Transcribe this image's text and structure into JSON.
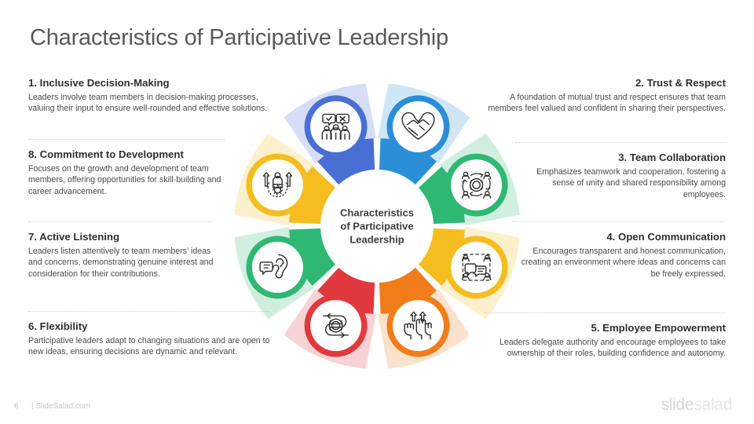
{
  "slide": {
    "title": "Characteristics of Participative Leadership",
    "hub_line1": "Characteristics",
    "hub_line2": "of Participative",
    "hub_line3": "Leadership"
  },
  "footer": {
    "page_number": "6",
    "site": "| SlideSalad.com",
    "brand_part1": "slide",
    "brand_part2": "salad"
  },
  "items": [
    {
      "number": "1.",
      "title": "1. Inclusive Decision-Making",
      "body": "Leaders involve team members in decision-making processes, valuing their input to ensure well-rounded and effective solutions.",
      "color": "#4a6fd4",
      "icon": "people-speech-bubbles-icon",
      "side": "left"
    },
    {
      "number": "2.",
      "title": "2. Trust & Respect",
      "body": "A foundation of mutual trust and respect ensures that team members feel valued and confident in sharing their perspectives.",
      "color": "#2a8fd8",
      "icon": "handshake-heart-icon",
      "side": "right"
    },
    {
      "number": "3.",
      "title": "3. Team Collaboration",
      "body": "Emphasizes teamwork and cooperation, fostering a sense of unity and shared responsibility among employees.",
      "color": "#2eb873",
      "icon": "team-gear-cycle-icon",
      "side": "right"
    },
    {
      "number": "4.",
      "title": "4. Open Communication",
      "body": "Encourages transparent and honest communication, creating an environment where ideas and concerns can be freely expressed.",
      "color": "#f5bd1f",
      "icon": "group-chat-bubbles-icon",
      "side": "right"
    },
    {
      "number": "5.",
      "title": "5. Employee Empowerment",
      "body": "Leaders delegate authority and encourage employees to take ownership of their roles, building confidence and autonomy.",
      "color": "#f07d1a",
      "icon": "raised-hands-arrows-icon",
      "side": "right"
    },
    {
      "number": "6.",
      "title": "6. Flexibility",
      "body": "Participative leaders adapt to changing situations and are open to new ideas, ensuring decisions are dynamic and relevant.",
      "color": "#e0393e",
      "icon": "flexible-arrows-gear-icon",
      "side": "left"
    },
    {
      "number": "7.",
      "title": "7. Active Listening",
      "body": "Leaders listen attentively to team members’ ideas and concerns, demonstrating genuine interest and consideration for their contributions.",
      "color": "#2eb873",
      "icon": "ear-speech-bubble-icon",
      "side": "left"
    },
    {
      "number": "8.",
      "title": "8. Commitment to Development",
      "body": "Focuses on the growth and development of team members, offering opportunities for skill-building and career advancement.",
      "color": "#f5bd1f",
      "icon": "growth-person-gear-icon",
      "side": "left"
    }
  ]
}
